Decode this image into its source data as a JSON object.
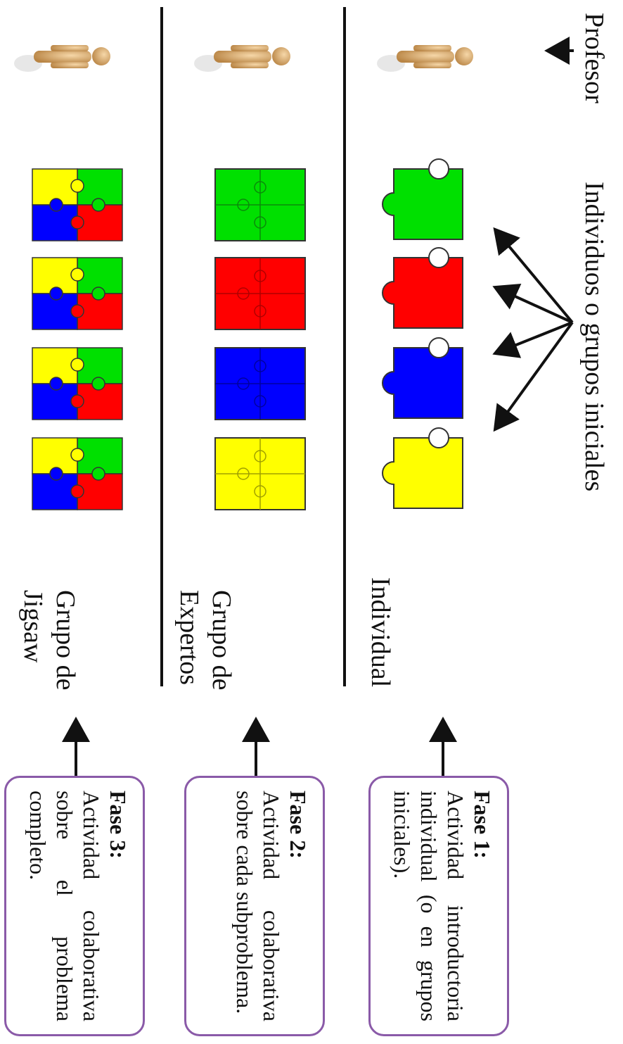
{
  "labels": {
    "profesor": "Profesor",
    "individuos": "Individuos o grupos iniciales",
    "individual": "Individual",
    "grupo_expertos": "Grupo de Expertos",
    "grupo_jigsaw": "Grupo de Jigsaw"
  },
  "phases": [
    {
      "title": "Fase 1:",
      "text": "Actividad introductoria individual (o en grupos iniciales)."
    },
    {
      "title": "Fase 2:",
      "text": "Actividad colaborativa sobre cada subproblema."
    },
    {
      "title": "Fase 3:",
      "text": "Actividad colaborativa sobre el problema completo."
    }
  ],
  "colors": {
    "green": "#00e000",
    "red": "#ff0000",
    "blue": "#0000ff",
    "yellow": "#ffff00",
    "frame": "#8a5aa8",
    "figure": "#d8a868"
  },
  "icons": [
    "person-figure-icon",
    "puzzle-piece-icon",
    "puzzle-square-icon",
    "mixed-puzzle-icon"
  ]
}
